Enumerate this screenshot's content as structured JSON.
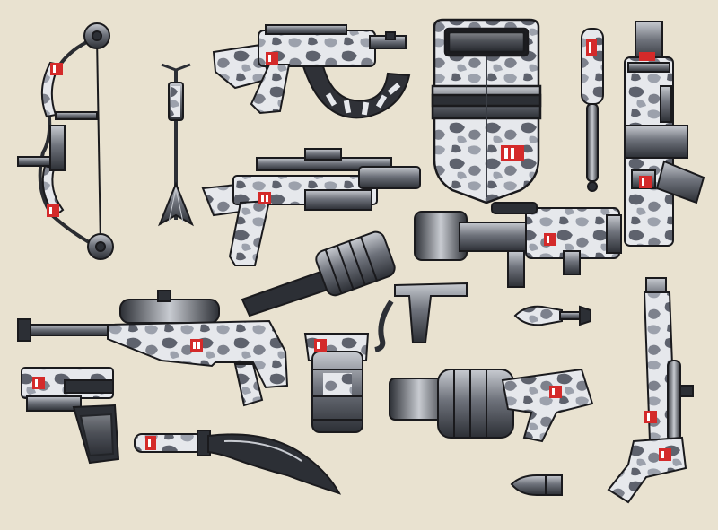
{
  "sheet": {
    "title": "",
    "background": "#e9e2d0",
    "palette": {
      "camo_light": "#e4e6ea",
      "camo_mid": "#9fa3ad",
      "camo_dark": "#5c606b",
      "metal_dark": "#3a3d44",
      "metal_mid": "#80848c",
      "outline": "#1a1a1d",
      "badge_red": "#d42a2a",
      "badge_white": "#ffffff"
    }
  },
  "items": [
    {
      "id": "compound-bow",
      "icon": "compound-bow-icon"
    },
    {
      "id": "arrow",
      "icon": "arrow-icon"
    },
    {
      "id": "smg",
      "icon": "submachine-gun-icon"
    },
    {
      "id": "riot-shield",
      "icon": "riot-shield-icon"
    },
    {
      "id": "baton",
      "icon": "baton-icon"
    },
    {
      "id": "cannon",
      "icon": "hand-cannon-icon"
    },
    {
      "id": "shotgun",
      "icon": "pump-shotgun-icon"
    },
    {
      "id": "rocket-launcher",
      "icon": "rocket-launcher-icon"
    },
    {
      "id": "flamethrower",
      "icon": "flamethrower-icon"
    },
    {
      "id": "sniper-rifle",
      "icon": "sniper-rifle-icon"
    },
    {
      "id": "grenade-launcher",
      "icon": "grenade-launcher-icon"
    },
    {
      "id": "rocket",
      "icon": "rocket-shell-icon"
    },
    {
      "id": "pistol",
      "icon": "pistol-icon"
    },
    {
      "id": "machete",
      "icon": "machete-icon"
    },
    {
      "id": "bullet",
      "icon": "bullet-icon"
    },
    {
      "id": "long-rifle",
      "icon": "long-rifle-icon"
    }
  ]
}
